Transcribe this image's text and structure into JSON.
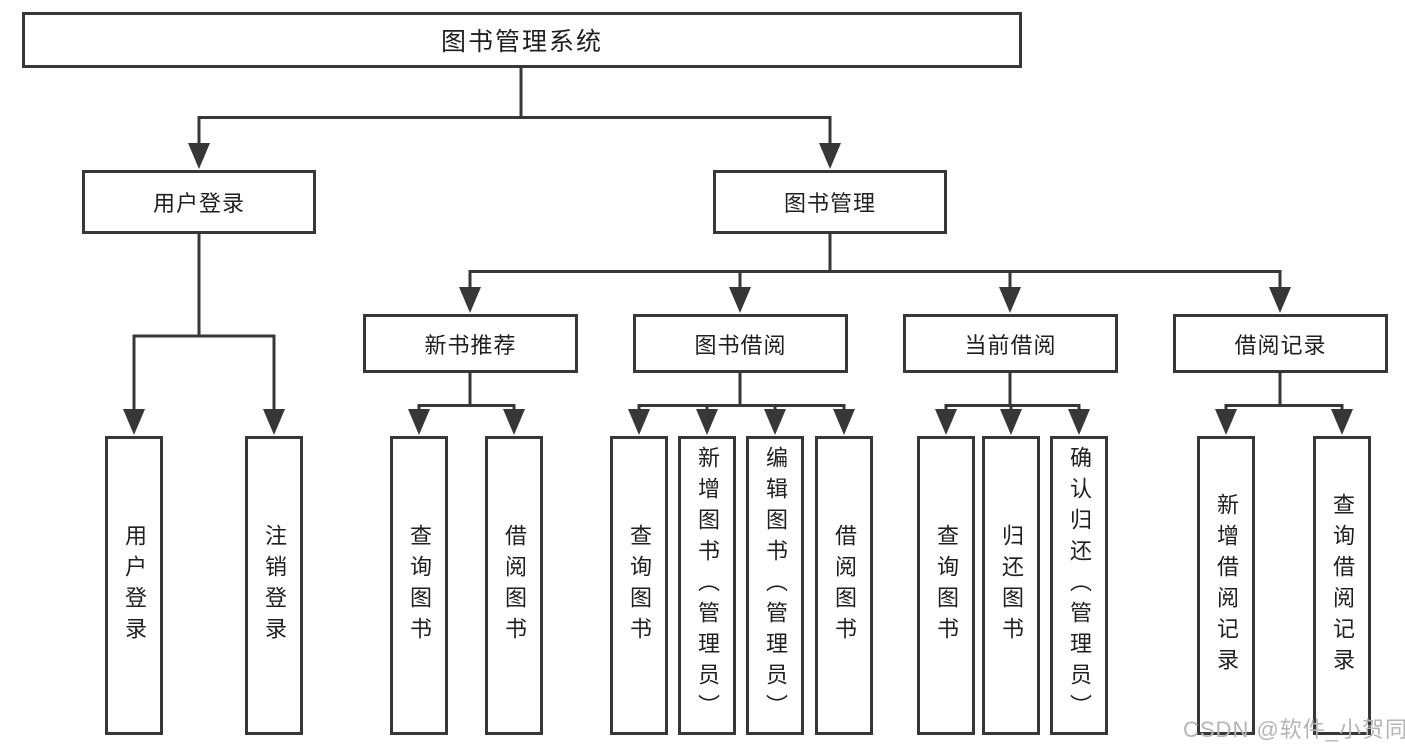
{
  "diagram": {
    "root": {
      "label": "图书管理系统"
    },
    "branches": [
      {
        "label": "用户登录",
        "children": [
          {
            "label": "用户登录"
          },
          {
            "label": "注销登录"
          }
        ]
      },
      {
        "label": "图书管理",
        "children": [
          {
            "label": "新书推荐",
            "children": [
              {
                "label": "查询图书"
              },
              {
                "label": "借阅图书"
              }
            ]
          },
          {
            "label": "图书借阅",
            "children": [
              {
                "label": "查询图书"
              },
              {
                "label": "新增图书（管理员）"
              },
              {
                "label": "编辑图书（管理员）"
              },
              {
                "label": "借阅图书"
              }
            ]
          },
          {
            "label": "当前借阅",
            "children": [
              {
                "label": "查询图书"
              },
              {
                "label": "归还图书"
              },
              {
                "label": "确认归还（管理员）"
              }
            ]
          },
          {
            "label": "借阅记录",
            "children": [
              {
                "label": "新增借阅记录"
              },
              {
                "label": "查询借阅记录"
              }
            ]
          }
        ]
      }
    ]
  },
  "watermark": {
    "text": "CSDN @软件_小贺同学"
  },
  "colors": {
    "line": "#373737",
    "text": "#1f1f1f",
    "watermark": "#b5b5b5",
    "background": "#ffffff"
  }
}
